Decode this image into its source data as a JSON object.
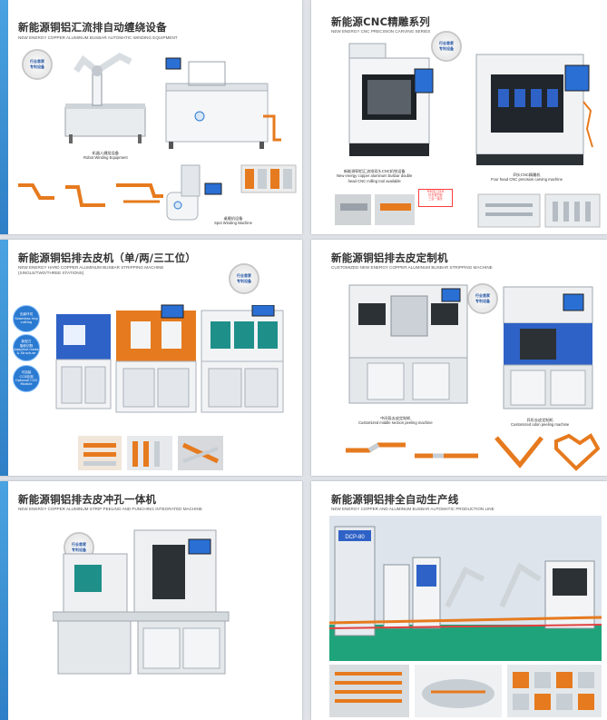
{
  "panels": [
    {
      "title": "新能源铜铝汇流排自动缠绕设备",
      "subtitle": "NEW ENERGY COPPER ALUMINUM BUSBAR AUTOMATIC WINDING EQUIPMENT",
      "badge": [
        "行业首家",
        "专利设备"
      ],
      "captions": [
        [
          "机器人缠绕设备",
          "Robot Winding Equipment"
        ],
        [
          "桌缠机设备",
          "Spot Winding Machine"
        ]
      ]
    },
    {
      "title": "新能源CNC精雕系列",
      "subtitle": "NEW ENERGY CNC PRECISION CARVING SERIES",
      "badge": [
        "行业首家",
        "专利设备"
      ],
      "captions": [
        [
          "新能源铜铝汇流排双头CNC机铣设备",
          "New energy copper aluminum busbar double",
          "head CNC milling tool available"
        ],
        [
          "四头CNC精雕机",
          "Four head CNC precision carving machine"
        ]
      ],
      "redbox": [
        "专利加工技术",
        "可去铣凹处",
        "三合一接头"
      ]
    },
    {
      "title": "新能源铜铝排去皮机（单/两/三工位）",
      "subtitle": [
        "NEW ENERGY HARD COPPER ALUMINUM BUSBAR STRIPPING MACHINE",
        "(SINGLE/TWO/THREE STATIONS)"
      ],
      "badge": [
        "行业首家",
        "专利设备"
      ],
      "bubbles": [
        [
          "无痕环切",
          "Seamless ring",
          "cutting"
        ],
        [
          "新型刀",
          "旋转切割",
          "Adaptive mode",
          "& Structure"
        ],
        [
          "可加装",
          "CCD检测",
          "Optional CCD",
          "Module"
        ]
      ]
    },
    {
      "title": "新能源铜铝排去皮定制机",
      "subtitle": "CUSTOMIZED NEW ENERGY COPPER ALUMINUM BUSBAR STRIPPING MACHINE",
      "badge": [
        "行业首家",
        "专利设备"
      ],
      "captions": [
        [
          "中间段去皮定制机",
          "Customized middle section peeling machine"
        ],
        [
          "异形去皮定制机",
          "Customized odon peeling machine"
        ]
      ]
    },
    {
      "title": "新能源铜铝排去皮冲孔一体机",
      "subtitle": "NEW ENERGY COPPER ALUMINUM STRIP PEELING AND PUNCHING INTEGRATED MACHINE",
      "badge": [
        "行业首家",
        "专利设备"
      ]
    },
    {
      "title": "新能源铜铝排全自动生产线",
      "subtitle": "NEW ENERGY COPPER AND ALUMINUM BUSBAR AUTOMATIC PRODUCTION LINE",
      "press_label": "DCP-80"
    }
  ],
  "colors": {
    "accent": "#2f7fc6",
    "orange": "#e67a1e",
    "brand_blue": "#1b4fa0"
  }
}
